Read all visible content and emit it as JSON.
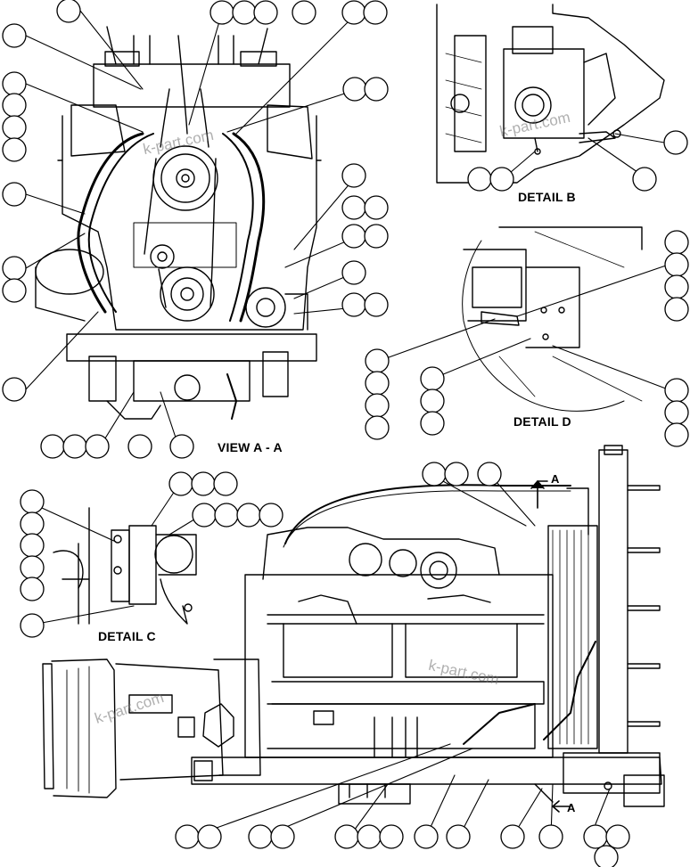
{
  "labels": {
    "view_aa": "VIEW A - A",
    "detail_b": "DETAIL B",
    "detail_c": "DETAIL C",
    "detail_d": "DETAIL D"
  },
  "section_markers": {
    "top": "A",
    "bottom": "A"
  },
  "watermark": "k-part.com"
}
